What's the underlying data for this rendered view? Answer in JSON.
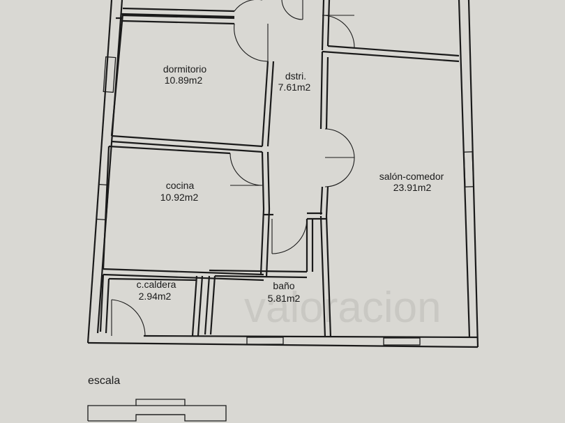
{
  "rooms": {
    "dormitorio": {
      "name": "dormitorio",
      "area": "10.89m2"
    },
    "distribuidor": {
      "name": "dstri.",
      "area": "7.61m2"
    },
    "salon": {
      "name": "salón-comedor",
      "area": "23.91m2"
    },
    "cocina": {
      "name": "cocina",
      "area": "10.92m2"
    },
    "caldera": {
      "name": "c.caldera",
      "area": "2.94m2"
    },
    "bano": {
      "name": "baño",
      "area": "5.81m2"
    }
  },
  "watermark": "valoracion",
  "scale": {
    "label": "escala"
  },
  "colors": {
    "background": "#d9d8d3",
    "lines": "#1a1a1a"
  }
}
